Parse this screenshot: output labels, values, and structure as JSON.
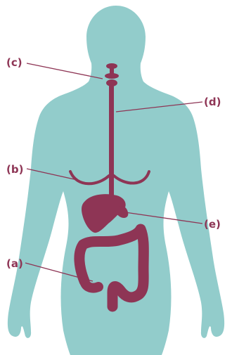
{
  "colors": {
    "body": "#92cccb",
    "organ": "#8e3555",
    "label": "#8e3555",
    "background": "#ffffff"
  },
  "labels": {
    "a": "(a)",
    "b": "(b)",
    "c": "(c)",
    "d": "(d)",
    "e": "(e)"
  }
}
